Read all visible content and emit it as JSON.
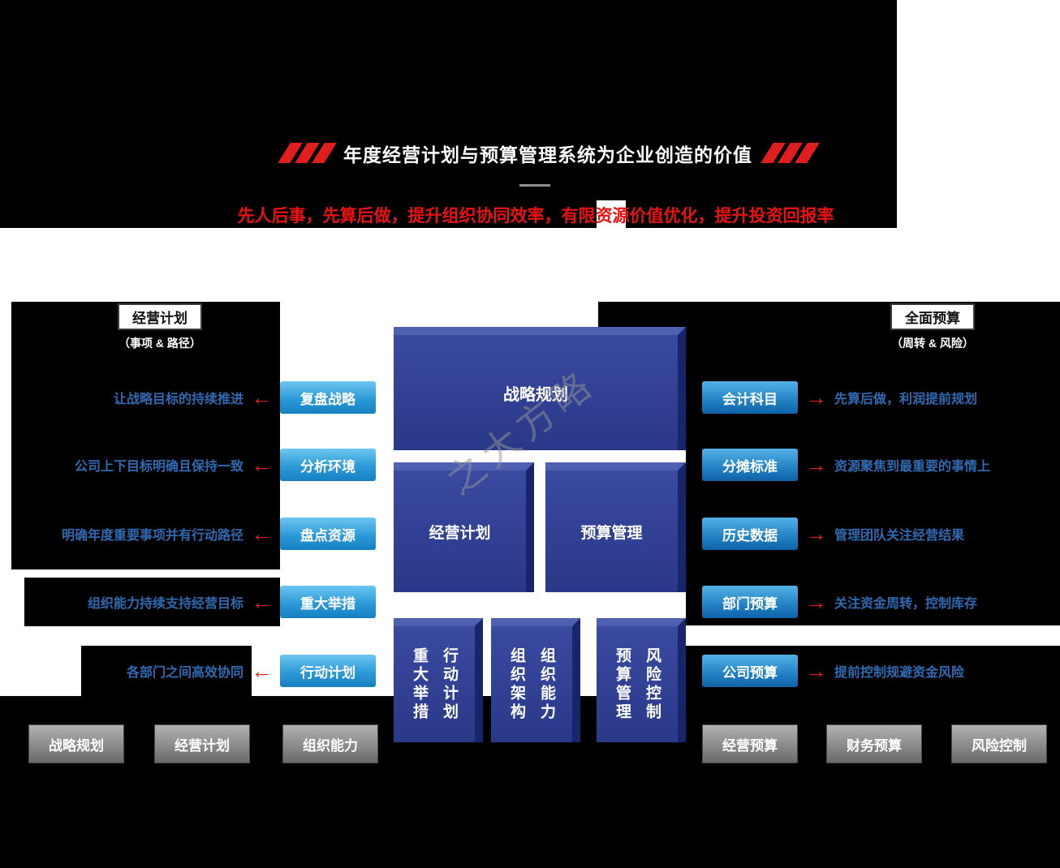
{
  "header": {
    "title": "年度经营计划与预算管理系统为企业创造的价值",
    "subtitle": "先人后事，先算后做，提升组织协同效率，有限资源价值优化，提升投资回报率"
  },
  "watermark": "之大方略",
  "icons": {
    "arrow_left": "←",
    "arrow_right": "→"
  },
  "left": {
    "label": "经营计划",
    "sublabel": "（事项 & 路径）",
    "rows": [
      {
        "text": "让战略目标的持续推进",
        "button": "复盘战略"
      },
      {
        "text": "公司上下目标明确且保持一致",
        "button": "分析环境"
      },
      {
        "text": "明确年度重要事项并有行动路径",
        "button": "盘点资源"
      },
      {
        "text": "组织能力持续支持经营目标",
        "button": "重大举措"
      },
      {
        "text": "各部门之间高效协同",
        "button": "行动计划"
      }
    ],
    "footer": [
      "战略规划",
      "经营计划",
      "组织能力"
    ]
  },
  "right": {
    "label": "全面预算",
    "sublabel": "（周转 & 风险）",
    "rows": [
      {
        "button": "会计科目",
        "text": "先算后做，利润提前规划"
      },
      {
        "button": "分摊标准",
        "text": "资源聚焦到最重要的事情上"
      },
      {
        "button": "历史数据",
        "text": "管理团队关注经营结果"
      },
      {
        "button": "部门预算",
        "text": "关注资金周转，控制库存"
      },
      {
        "button": "公司预算",
        "text": "提前控制规避资金风险"
      }
    ],
    "footer": [
      "经营预算",
      "财务预算",
      "风险控制"
    ]
  },
  "center": {
    "strategy": "战略规划",
    "plan": "经营计划",
    "budget": "预算管理",
    "pillars": [
      {
        "cols": [
          "重大举措",
          "行动计划"
        ]
      },
      {
        "cols": [
          "组织架构",
          "组织能力"
        ]
      },
      {
        "cols": [
          "预算管理",
          "风险控制"
        ]
      }
    ]
  },
  "colors": {
    "accent_red": "#e01e1e",
    "deep_blue": "#2a3888",
    "button_blue_light": "#2d9ad8",
    "button_blue_dark": "#0f62a8",
    "benefit_text_blue": "#2f6bb3"
  }
}
